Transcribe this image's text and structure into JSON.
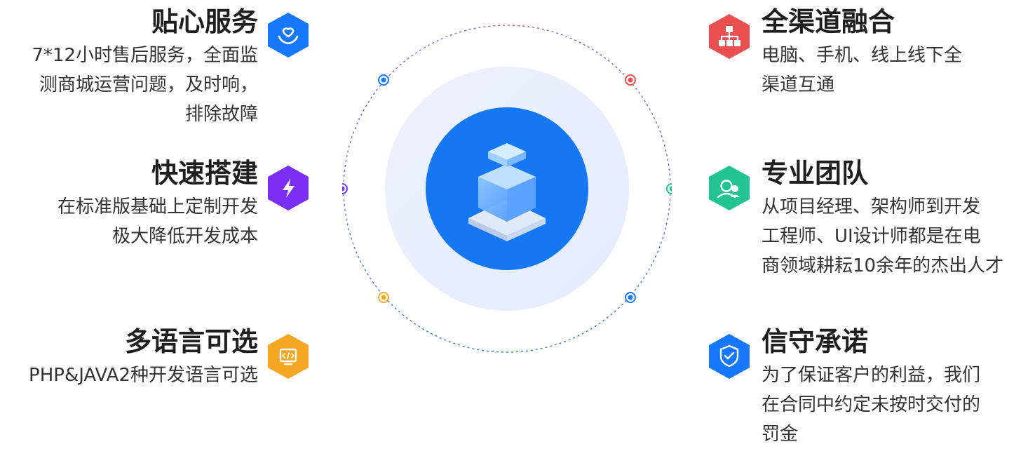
{
  "features": {
    "service": {
      "title": "贴心服务",
      "lines": [
        "7*12小时售后服务，全面监",
        "测商城运营问题，及时响，",
        "排除故障"
      ],
      "icon": "heart-hand-icon",
      "color": "#1677ff"
    },
    "build": {
      "title": "快速搭建",
      "lines": [
        "在标准版基础上定制开发",
        "极大降低开发成本"
      ],
      "icon": "lightning-icon",
      "color": "#7b2ff2"
    },
    "language": {
      "title": "多语言可选",
      "lines": [
        "PHP&JAVA2种开发语言可选"
      ],
      "icon": "code-window-icon",
      "color": "#f5a623"
    },
    "channel": {
      "title": "全渠道融合",
      "lines": [
        "电脑、手机、线上线下全",
        "渠道互通"
      ],
      "icon": "hierarchy-icon",
      "color": "#ea4f4f"
    },
    "team": {
      "title": "专业团队",
      "lines": [
        "从项目经理、架构师到开发",
        "工程师、UI设计师都是在电",
        "商领域耕耘10余年的杰出人才"
      ],
      "icon": "people-icon",
      "color": "#22c493"
    },
    "promise": {
      "title": "信守承诺",
      "lines": [
        "为了保证客户的利益，我们",
        "在合同中约定未按时交付的",
        "罚金"
      ],
      "icon": "shield-check-icon",
      "color": "#1677ff"
    }
  },
  "orbit": {
    "ring_color_top": "#8a63d2",
    "ring_color_bottom": "#2b7bf2",
    "inner_circle": "#1677f2",
    "halo": "#e8eeff",
    "dots": [
      "#1677ff",
      "#ea4f4f",
      "#7b2ff2",
      "#22c493",
      "#f5a623",
      "#1677ff"
    ]
  }
}
